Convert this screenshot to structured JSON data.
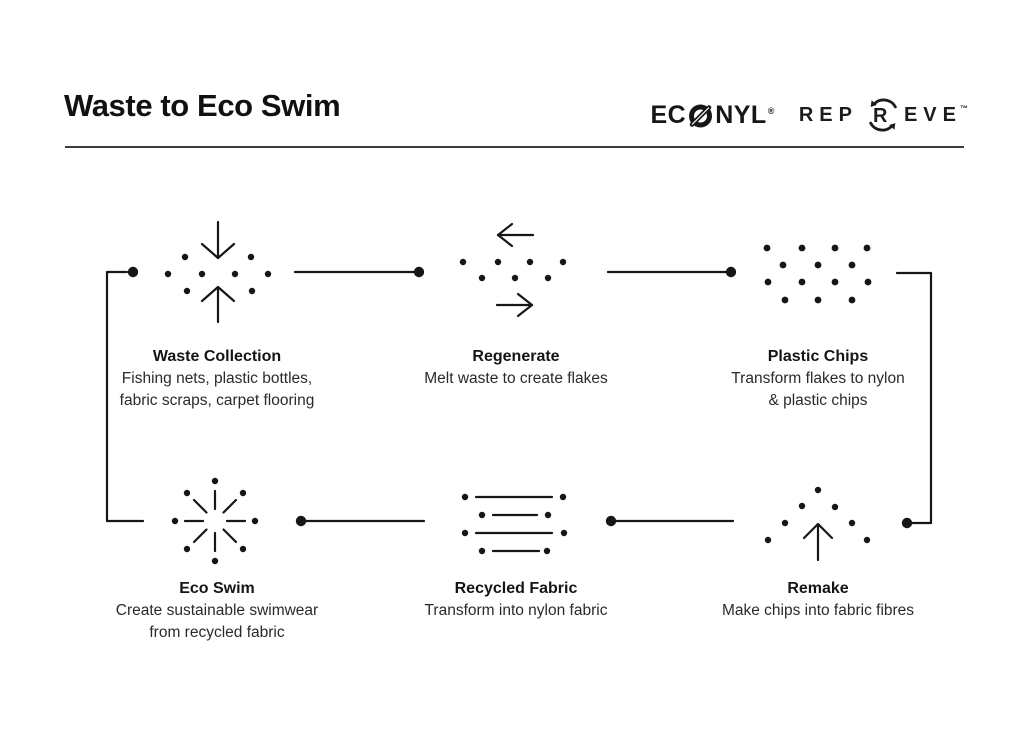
{
  "header": {
    "title": "Waste to Eco Swim"
  },
  "logos": {
    "econyl": {
      "name": "ECONYL",
      "prefix": "EC",
      "suffix": "NYL",
      "registered_mark": "®"
    },
    "repreve": {
      "name": "REPREVE",
      "prefix": "REP",
      "suffix": "EVE",
      "emblem_letter": "R",
      "trademark": "™"
    }
  },
  "diagram": {
    "flow_sequence": [
      "Waste Collection",
      "Regenerate",
      "Plastic Chips",
      "Remake",
      "Recycled Fabric",
      "Eco Swim"
    ],
    "cycle": true
  },
  "nodes": [
    {
      "id": "waste-collection",
      "icon": "converging-arrows-dots-icon",
      "title": "Waste Collection",
      "desc": [
        "Fishing nets, plastic bottles,",
        "fabric scraps, carpet flooring"
      ]
    },
    {
      "id": "regenerate",
      "icon": "recycle-arrows-dots-icon",
      "title": "Regenerate",
      "desc": [
        "Melt waste to create flakes"
      ]
    },
    {
      "id": "plastic-chips",
      "icon": "dots-grid-icon",
      "title": "Plastic Chips",
      "desc": [
        "Transform flakes to nylon",
        "& plastic chips"
      ]
    },
    {
      "id": "remake",
      "icon": "up-arrow-dots-icon",
      "title": "Remake",
      "desc": [
        "Make chips into fabric fibres"
      ]
    },
    {
      "id": "recycled-fabric",
      "icon": "fabric-lines-icon",
      "title": "Recycled Fabric",
      "desc": [
        "Transform into nylon fabric"
      ]
    },
    {
      "id": "eco-swim",
      "icon": "starburst-icon",
      "title": "Eco Swim",
      "desc": [
        "Create sustainable swimwear",
        "from recycled fabric"
      ]
    }
  ],
  "colors": {
    "background": "#ffffff",
    "ink": "#161616",
    "title_text": "#111111",
    "body_text": "#2a2a2a",
    "divider": "#3c3c3c"
  }
}
